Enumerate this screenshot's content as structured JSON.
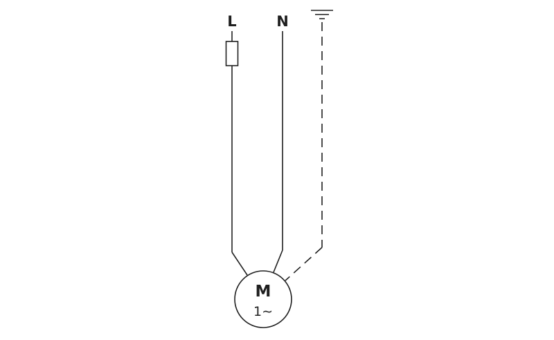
{
  "diagram": {
    "labels": {
      "line": "L",
      "neutral": "N",
      "motor": "M",
      "phase": "1∼"
    },
    "icons": {
      "ground": "earth-ground-symbol",
      "fuse": "fuse-symbol",
      "motor": "single-phase-motor-circle"
    },
    "colors": {
      "stroke": "#1f1f1f",
      "background": "#ffffff"
    }
  }
}
